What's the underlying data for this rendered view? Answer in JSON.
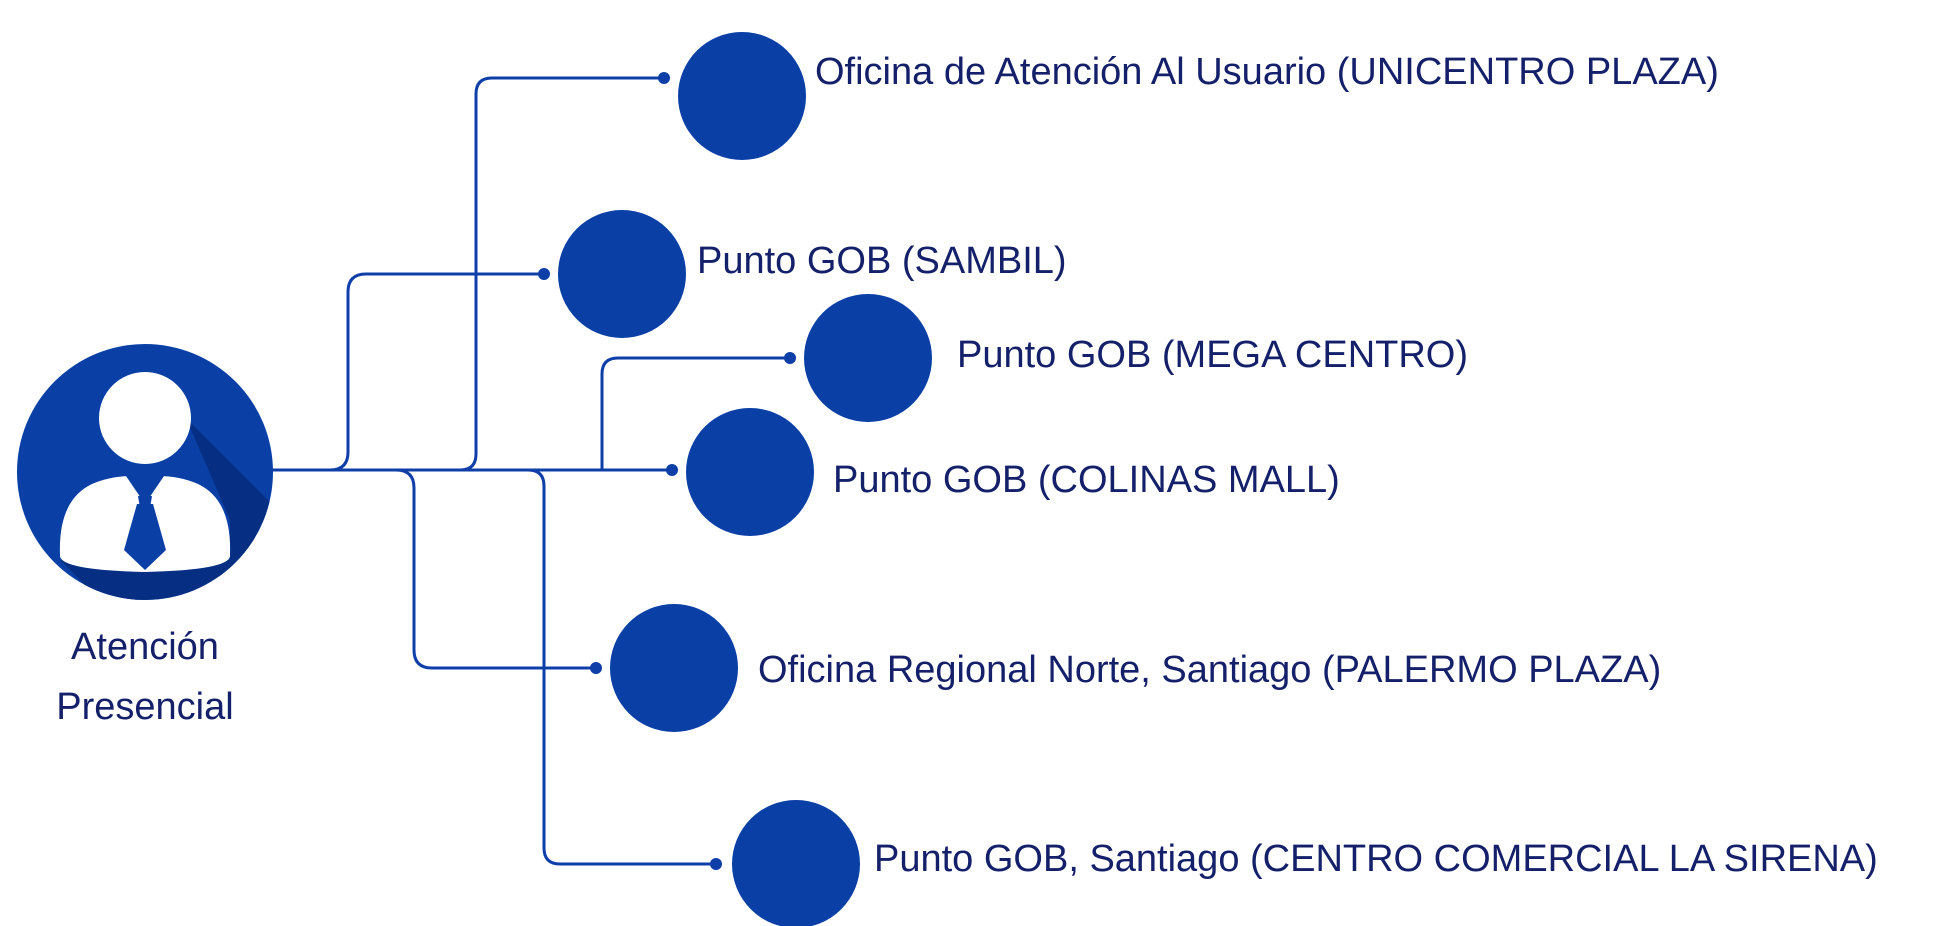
{
  "root": {
    "label_line1": "Atención",
    "label_line2": "Presencial",
    "icon": "person-with-tie-icon"
  },
  "locations": [
    {
      "id": "unicentro",
      "label": "Oficina de Atención Al Usuario (UNICENTRO PLAZA)"
    },
    {
      "id": "sambil",
      "label": "Punto GOB (SAMBIL)"
    },
    {
      "id": "megacentro",
      "label": "Punto GOB (MEGA CENTRO)"
    },
    {
      "id": "colinas",
      "label": "Punto GOB (COLINAS MALL)"
    },
    {
      "id": "palermo",
      "label": "Oficina Regional Norte, Santiago (PALERMO PLAZA)"
    },
    {
      "id": "sirena",
      "label": "Punto GOB, Santiago (CENTRO COMERCIAL LA SIRENA)"
    }
  ],
  "colors": {
    "primary": "#0a40a6",
    "line": "#0e3fa8",
    "shadow": "#062d7d",
    "text": "#14206a",
    "white": "#ffffff"
  }
}
